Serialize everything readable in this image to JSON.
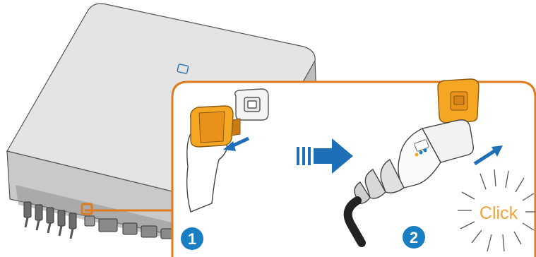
{
  "steps": [
    {
      "number": "1"
    },
    {
      "number": "2"
    }
  ],
  "click_label": "Click",
  "colors": {
    "accent_orange": "#e07a1e",
    "step_badge_blue": "#1a7ec2",
    "arrow_blue": "#1e6fb5",
    "click_text_orange": "#f2a23a",
    "inverter_body": "#d9d9d9",
    "plug_orange": "#f5a623"
  },
  "icons": {
    "inverter": "inverter-device",
    "hand": "hand-icon",
    "plug": "dust-cap-plug",
    "connector": "communication-connector",
    "process_arrow": "right-arrow-icon"
  }
}
